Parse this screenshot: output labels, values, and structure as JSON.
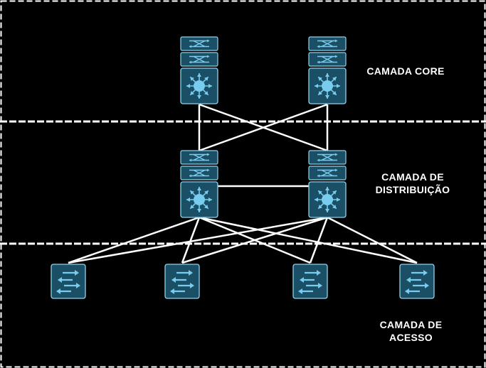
{
  "layers": {
    "core": {
      "line1": "CAMADA CORE"
    },
    "distribution": {
      "line1": "CAMADA DE",
      "line2": "DISTRIBUIÇÃO"
    },
    "access": {
      "line1": "CAMADA DE",
      "line2": "ACESSO"
    }
  },
  "colors": {
    "background": "#000000",
    "device_fill": "#1b4f66",
    "device_stroke": "#8fd3ee",
    "icon": "#78cdef",
    "link": "#ffffff",
    "divider": "#ffffff"
  },
  "devices": [
    {
      "id": "core-switch-left",
      "type": "multilayer-switch",
      "layer": "core"
    },
    {
      "id": "core-switch-right",
      "type": "multilayer-switch",
      "layer": "core"
    },
    {
      "id": "dist-switch-left",
      "type": "multilayer-switch",
      "layer": "distribution"
    },
    {
      "id": "dist-switch-right",
      "type": "multilayer-switch",
      "layer": "distribution"
    },
    {
      "id": "access-switch-1",
      "type": "workgroup-switch",
      "layer": "access"
    },
    {
      "id": "access-switch-2",
      "type": "workgroup-switch",
      "layer": "access"
    },
    {
      "id": "access-switch-3",
      "type": "workgroup-switch",
      "layer": "access"
    },
    {
      "id": "access-switch-4",
      "type": "workgroup-switch",
      "layer": "access"
    }
  ],
  "links": [
    [
      "core-switch-left",
      "dist-switch-left"
    ],
    [
      "core-switch-left",
      "dist-switch-right"
    ],
    [
      "core-switch-right",
      "dist-switch-left"
    ],
    [
      "core-switch-right",
      "dist-switch-right"
    ],
    [
      "dist-switch-left",
      "dist-switch-right"
    ],
    [
      "dist-switch-left",
      "access-switch-1"
    ],
    [
      "dist-switch-left",
      "access-switch-2"
    ],
    [
      "dist-switch-left",
      "access-switch-3"
    ],
    [
      "dist-switch-left",
      "access-switch-4"
    ],
    [
      "dist-switch-right",
      "access-switch-1"
    ],
    [
      "dist-switch-right",
      "access-switch-2"
    ],
    [
      "dist-switch-right",
      "access-switch-3"
    ],
    [
      "dist-switch-right",
      "access-switch-4"
    ]
  ]
}
